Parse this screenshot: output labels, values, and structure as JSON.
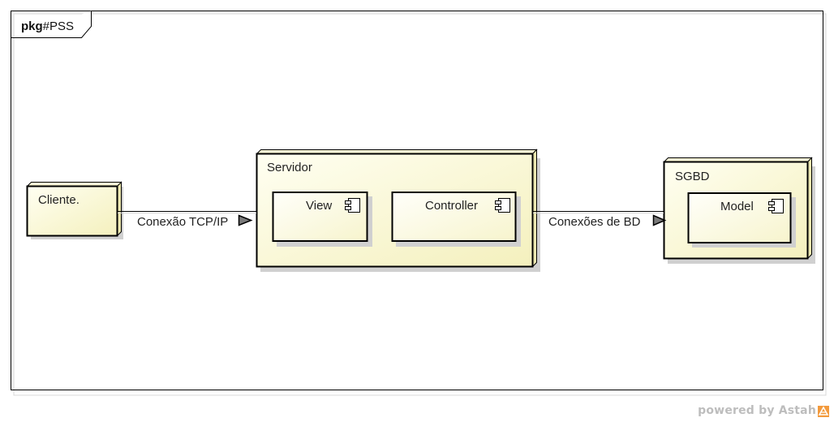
{
  "frame": {
    "keyword": "pkg",
    "name": "#PSS"
  },
  "nodes": {
    "cliente": {
      "label": "Cliente."
    },
    "servidor": {
      "label": "Servidor"
    },
    "sgbd": {
      "label": "SGBD"
    }
  },
  "components": {
    "view": {
      "label": "View"
    },
    "controller": {
      "label": "Controller"
    },
    "model": {
      "label": "Model"
    }
  },
  "connections": {
    "tcp": {
      "label": "Conexão TCP/IP"
    },
    "bd": {
      "label": "Conexões de BD"
    }
  },
  "footer": {
    "powered_by": "powered by Astah"
  },
  "colors": {
    "node_fill_light": "#fffff0",
    "node_fill_dark": "#f6f3c4",
    "border": "#000000",
    "shadow": "#d0d0d0",
    "arrow_fill": "#7a7a7a",
    "footer_text": "#bdbdbd",
    "astah_orange": "#f39a3c"
  }
}
